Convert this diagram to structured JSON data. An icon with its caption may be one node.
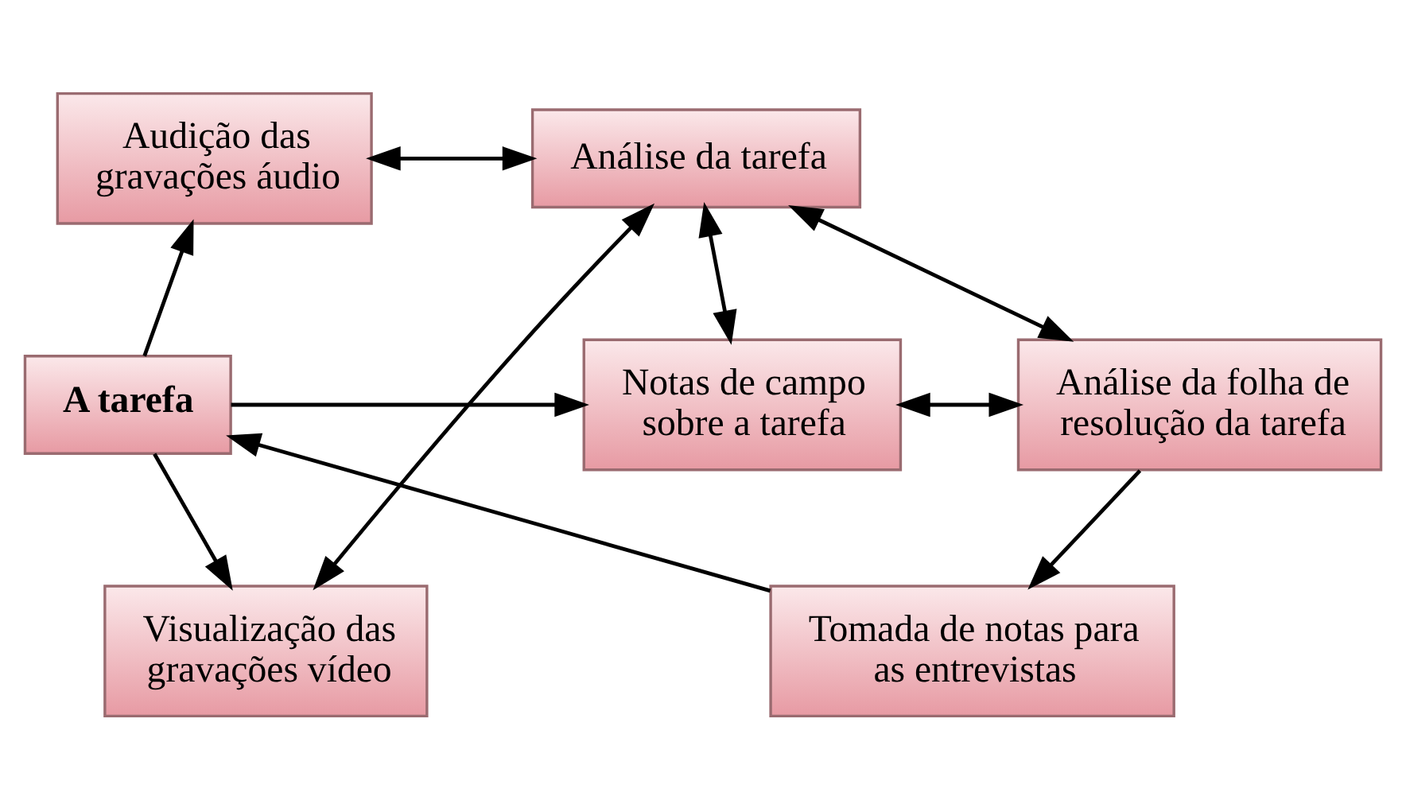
{
  "diagram": {
    "nodes": [
      {
        "text": [
          "Audição das gravações áudio"
        ]
      },
      {
        "text": [
          "Análise da tarefa"
        ]
      },
      {
        "text": [
          "Visualização das gravações vídeo"
        ]
      },
      {
        "text": [
          "A tarefa"
        ]
      },
      {
        "text": [
          "Notas de campo sobre a tarefa"
        ]
      },
      {
        "text": [
          "Análise da folha de resolução da tarefa"
        ]
      },
      {
        "text": [
          "Tomada de notas para as entrevistas"
        ]
      }
    ],
    "edges": [
      {
        "from": 0,
        "to": 1,
        "arrow": "both"
      },
      {
        "from": 1,
        "to": 2,
        "arrow": "both"
      },
      {
        "from": 3,
        "to": 0,
        "arrow": "to"
      },
      {
        "from": 3,
        "to": 2,
        "arrow": "to"
      },
      {
        "from": 3,
        "to": 4,
        "arrow": "to"
      },
      {
        "from": 4,
        "to": 1,
        "arrow": "both"
      },
      {
        "from": 4,
        "to": 5,
        "arrow": "both"
      },
      {
        "from": 1,
        "to": 5,
        "arrow": "both"
      },
      {
        "from": 5,
        "to": 6,
        "arrow": "to"
      },
      {
        "from": 6,
        "to": 3,
        "arrow": "to"
      }
    ]
  }
}
